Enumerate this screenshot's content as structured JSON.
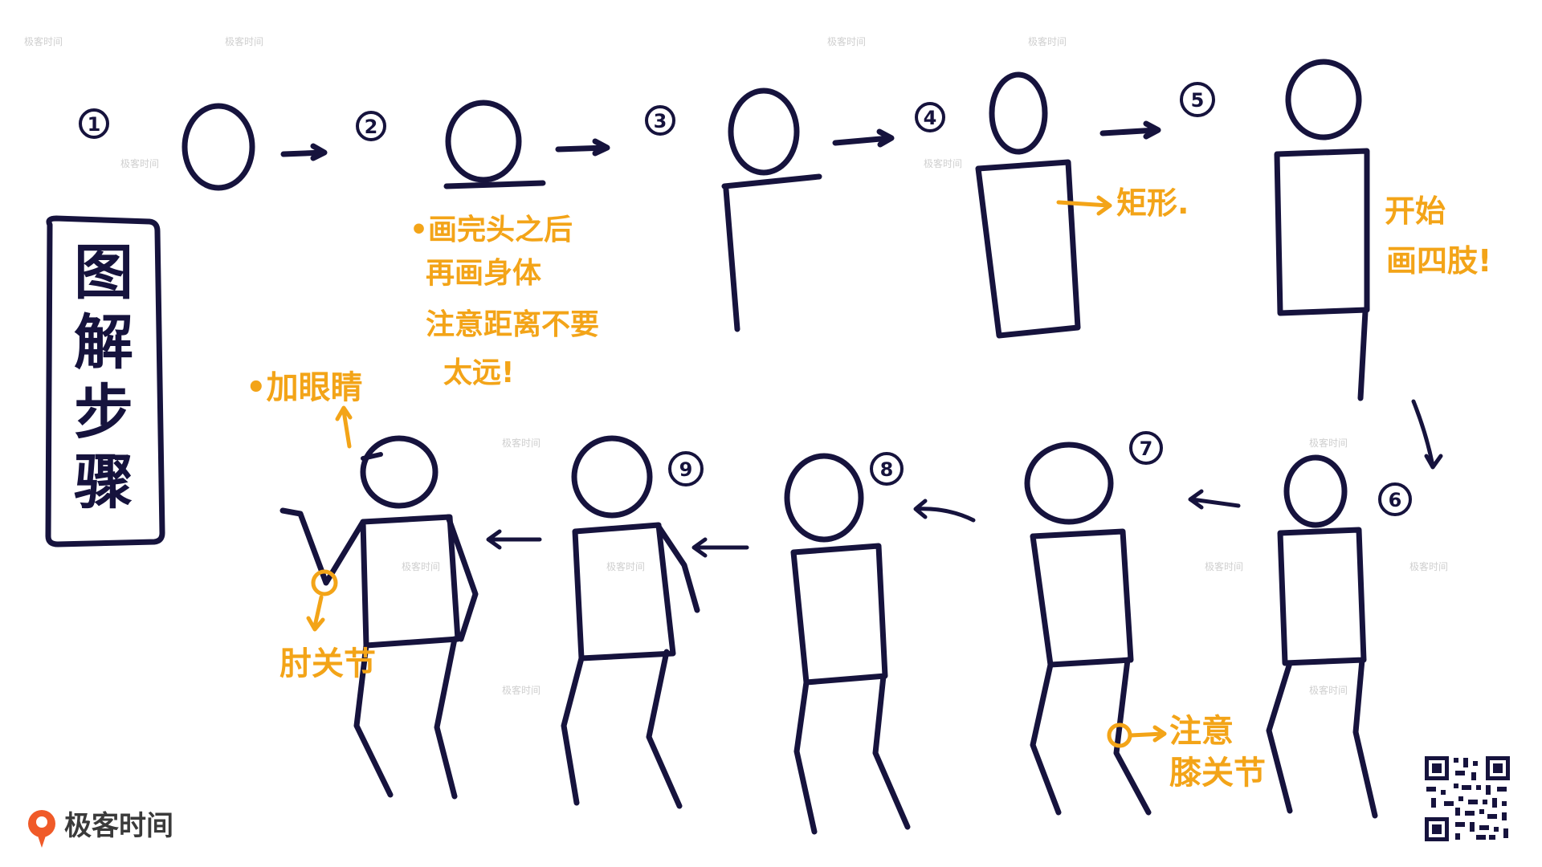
{
  "title": "图解步骤",
  "title_chars": [
    "图",
    "解",
    "步",
    "骤"
  ],
  "step_numbers": [
    "1",
    "2",
    "3",
    "4",
    "5",
    "6",
    "7",
    "8",
    "9"
  ],
  "notes": {
    "step2": [
      "•画完头之后",
      "再画身体",
      "注意距离不要",
      "太远!"
    ],
    "step4": "矩形.",
    "step5": [
      "开始",
      "画四肢!"
    ],
    "step7": [
      "注意",
      "膝关节"
    ],
    "final_eyes": "•加眼睛",
    "final_elbow": "肘关节"
  },
  "watermark": "极客时间",
  "brand": {
    "name": "极客时间",
    "accent": "#f05a28"
  },
  "colors": {
    "ink": "#16133d",
    "annotation": "#f3a418",
    "background": "#ffffff"
  },
  "qr_code": "qr-code-icon"
}
